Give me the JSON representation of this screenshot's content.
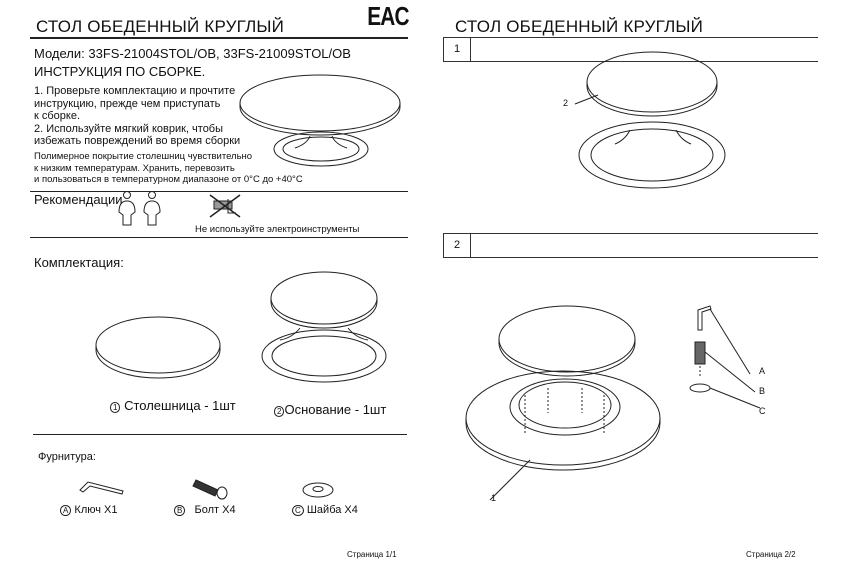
{
  "page1": {
    "title": "СТОЛ ОБЕДЕННЫЙ КРУГЛЫЙ",
    "eac_mark": "EAC",
    "models": "Модели: 33FS-21004STOL/OB,   33FS-21009STOL/OB",
    "instruction_heading": "ИНСТРУКЦИЯ ПО СБОРКЕ.",
    "steps": [
      "1. Проверьте комплектацию и прочтите",
      "инструкцию, прежде чем приступать",
      "к сборке.",
      "2. Используйте мягкий коврик, чтобы",
      "избежать повреждений во время сборки"
    ],
    "notice": [
      "Полимерное покрытие столешниц чувствительно",
      "к низким температурам. Хранить, перевозить",
      "и пользоваться в температурном диапазоне от 0°C до +40°C"
    ],
    "recommendations_label": "Рекомендации",
    "no_power_tools": "Не используйте электроинструменты",
    "contents_label": "Комплектация:",
    "parts": [
      {
        "num": "1",
        "label": "Столешница - 1шт"
      },
      {
        "num": "2",
        "label": "Основание - 1шт"
      }
    ],
    "hardware_label": "Фурнитура:",
    "hardware": [
      {
        "letter": "A",
        "label": "Ключ X1"
      },
      {
        "letter": "B",
        "label": "Болт X4"
      },
      {
        "letter": "C",
        "label": "Шайба X4"
      }
    ],
    "page_number": "Страница 1/1"
  },
  "page2": {
    "title": "СТОЛ ОБЕДЕННЫЙ КРУГЛЫЙ",
    "step1": {
      "num": "1",
      "callouts": [
        "2"
      ]
    },
    "step2": {
      "num": "2",
      "callouts": [
        "A",
        "B",
        "C",
        "1"
      ]
    },
    "page_number": "Страница 2/2"
  }
}
